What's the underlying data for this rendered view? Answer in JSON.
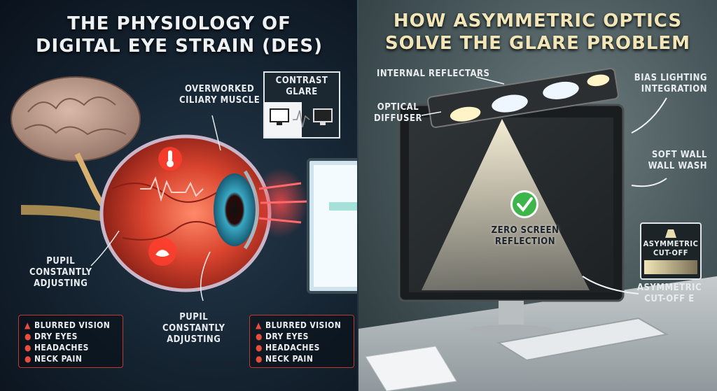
{
  "left_panel": {
    "title_line1": "THE PHYSIOLOGY OF",
    "title_line2": "DIGITAL EYE STRAIN (DES)",
    "labels": {
      "ciliary_line1": "OVERWORKED",
      "ciliary_line2": "CILIARY MUSCLE",
      "contrast_line1": "CONTRAST",
      "contrast_line2": "GLARE",
      "pupil_left_line1": "PUPIL",
      "pupil_left_line2": "CONSTANTLY",
      "pupil_left_line3": "ADJUSTING",
      "pupil_center_line1": "PUPIL",
      "pupil_center_line2": "CONSTANTLY",
      "pupil_center_line3": "ADJUSTING"
    },
    "symptoms_left": [
      "BLURRED VISION",
      "DRY EYES",
      "HEADACHES",
      "NECK PAIN"
    ],
    "symptoms_center": [
      "BLURRED VISION",
      "DRY EYES",
      "HEADACHES",
      "NECK PAIN"
    ],
    "symptom_icons": [
      "warning-icon",
      "dot-icon",
      "dot-icon",
      "dot-icon"
    ]
  },
  "right_panel": {
    "title_line1": "HOW ASYMMETRIC OPTICS",
    "title_line2": "SOLVE THE GLARE PROBLEM",
    "labels": {
      "reflectars": "INTERNAL REFLECTARS",
      "diffuser_line1": "OPTICAL",
      "diffuser_line2": "DIFFUSER",
      "bias_line1": "BIAS LIGHTING",
      "bias_line2": "INTEGRATION",
      "wash_line1": "SOFT WALL",
      "wash_line2": "WALL WASH",
      "zero_line1": "ZERO SCREEN",
      "zero_line2": "REFLECTION",
      "cutoff_box_line1": "ASYMMETRIC",
      "cutoff_box_line2": "CUT-OFF",
      "cutoff_line1": "ASYMMETRIC",
      "cutoff_line2": "CUT-OFF E"
    }
  },
  "colors": {
    "accent_red": "#e74c3c",
    "check_green": "#3cb54a",
    "title_left": "#eef2f5",
    "title_right": "#f2e6b8",
    "light_beam": "#fff6dc"
  }
}
